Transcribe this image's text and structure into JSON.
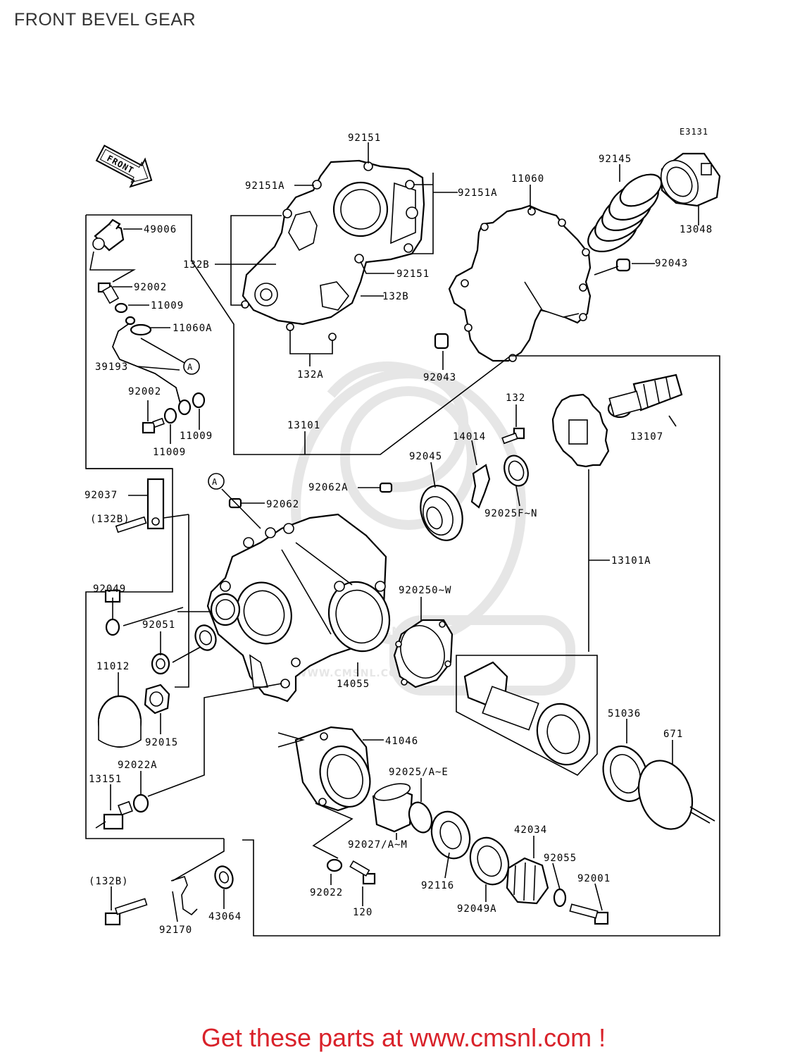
{
  "title": "FRONT BEVEL GEAR",
  "diagram_code": "E3131",
  "direction_marker": "FRONT",
  "reference_marker": "A",
  "watermark": {
    "brand": "CMS",
    "url": "WWW.CMSNL.COM"
  },
  "part_labels": {
    "p92151_top": "92151",
    "p92151A_left": "92151A",
    "p92151A_right": "92151A",
    "p132B_left": "132B",
    "p92151_mid": "92151",
    "p132B_right": "132B",
    "p132A": "132A",
    "p11060": "11060",
    "p92145": "92145",
    "p13048": "13048",
    "p92043_right": "92043",
    "p92043_left": "92043",
    "p49006": "49006",
    "p92002_top": "92002",
    "p11009_top": "11009",
    "p11060A": "11060A",
    "p39193": "39193",
    "p92002_bot": "92002",
    "p11009_right": "11009",
    "p11009_bot": "11009",
    "p13101": "13101",
    "p132": "132",
    "p14014": "14014",
    "p13107": "13107",
    "p92045": "92045",
    "p92062A": "92062A",
    "p92062": "92062",
    "p92025FN": "92025F~N",
    "p92037": "92037",
    "p132B_paren_top": "(132B)",
    "p13101A": "13101A",
    "p92049": "92049",
    "p92025OW": "920250~W",
    "p92051": "92051",
    "p14055": "14055",
    "p11012": "11012",
    "p92015": "92015",
    "p51036": "51036",
    "p671": "671",
    "p41046": "41046",
    "p92022A": "92022A",
    "p13151": "13151",
    "p92025AE": "92025/A~E",
    "p42034": "42034",
    "p92027AM": "92027/A~M",
    "p92055": "92055",
    "p92001": "92001",
    "p132B_paren_bot": "(132B)",
    "p92022": "92022",
    "p92116": "92116",
    "p43064": "43064",
    "p120": "120",
    "p92049A": "92049A",
    "p92170": "92170"
  },
  "footer_link": "Get these parts at www.cmsnl.com !"
}
